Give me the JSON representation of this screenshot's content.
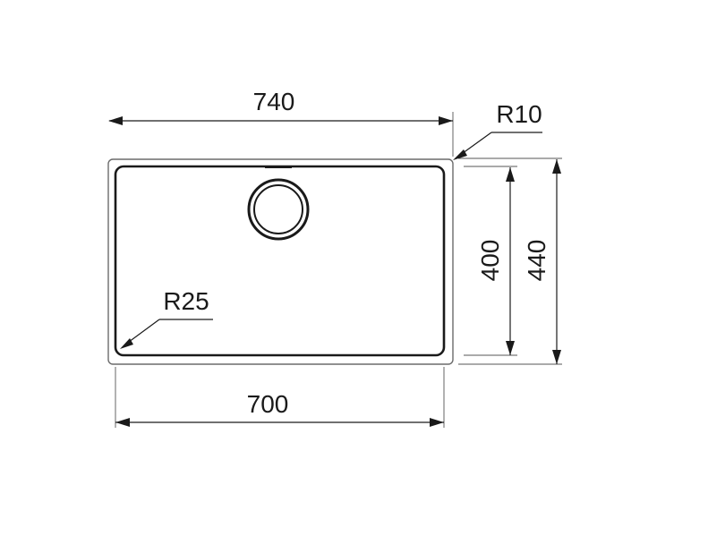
{
  "dimensions": {
    "overall_width": "740",
    "bowl_width": "700",
    "bowl_depth": "400",
    "overall_depth": "440",
    "outer_radius": "R10",
    "inner_radius": "R25"
  },
  "colors": {
    "line": "#1a1a1a",
    "light_line": "#6b6b6b",
    "background": "#ffffff"
  }
}
